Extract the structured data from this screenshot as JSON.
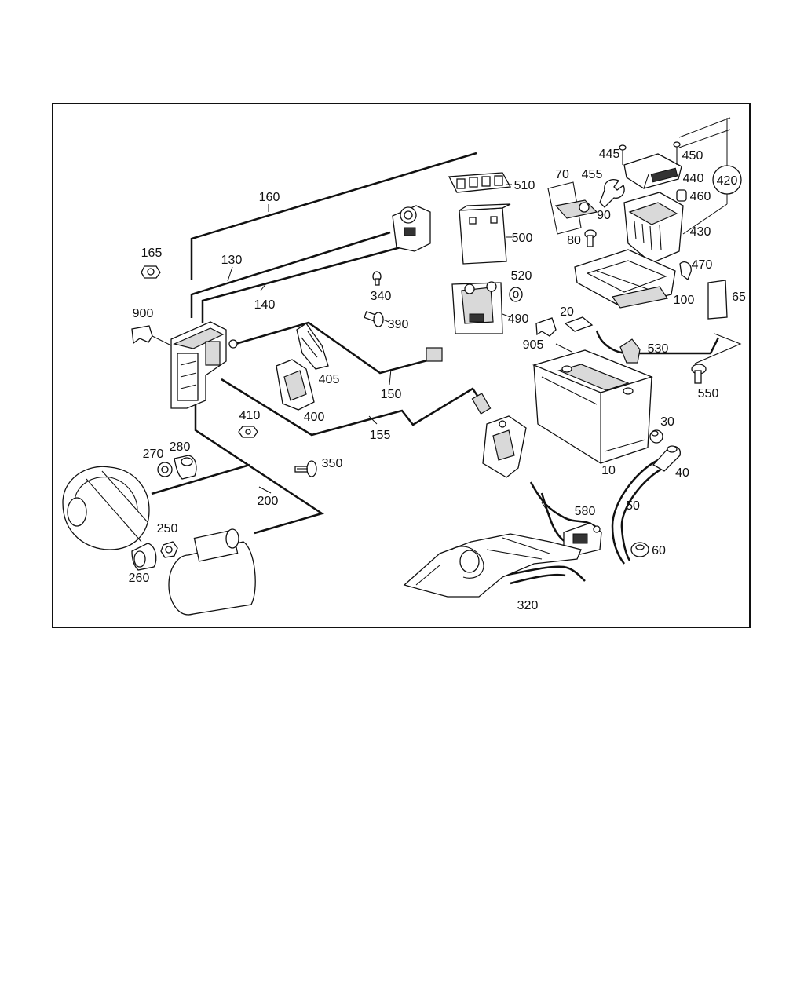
{
  "diagram": {
    "callouts": {
      "c10": "10",
      "c20": "20",
      "c30": "30",
      "c40": "40",
      "c50": "50",
      "c60": "60",
      "c65": "65",
      "c70": "70",
      "c80": "80",
      "c90": "90",
      "c100": "100",
      "c130": "130",
      "c140": "140",
      "c150": "150",
      "c155": "155",
      "c160": "160",
      "c165": "165",
      "c200": "200",
      "c250": "250",
      "c260": "260",
      "c270": "270",
      "c280": "280",
      "c320": "320",
      "c340": "340",
      "c350": "350",
      "c390": "390",
      "c400": "400",
      "c405": "405",
      "c410": "410",
      "c420": "420",
      "c430": "430",
      "c440": "440",
      "c445": "445",
      "c450": "450",
      "c455": "455",
      "c460": "460",
      "c470": "470",
      "c490": "490",
      "c500": "500",
      "c510": "510",
      "c520": "520",
      "c530": "530",
      "c550": "550",
      "c580": "580",
      "c900": "900",
      "c905": "905"
    }
  }
}
